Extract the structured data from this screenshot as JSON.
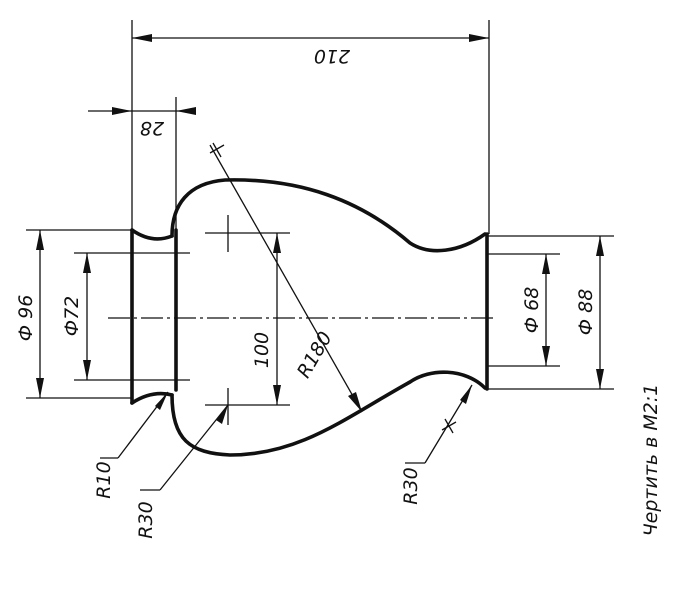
{
  "drawing": {
    "dimensions": {
      "overall_length": "210",
      "neck_length": "28",
      "left_outer_diameter": "Ф 96",
      "left_inner_diameter": "Ф72",
      "right_inner_diameter": "Ф 68",
      "right_outer_diameter": "Ф 88",
      "center_distance": "100",
      "large_radius": "R180",
      "left_fillet_radius": "R10",
      "left_blend_radius": "R30",
      "right_blend_radius": "R30"
    },
    "note": "Чертить  в  М2:1"
  }
}
